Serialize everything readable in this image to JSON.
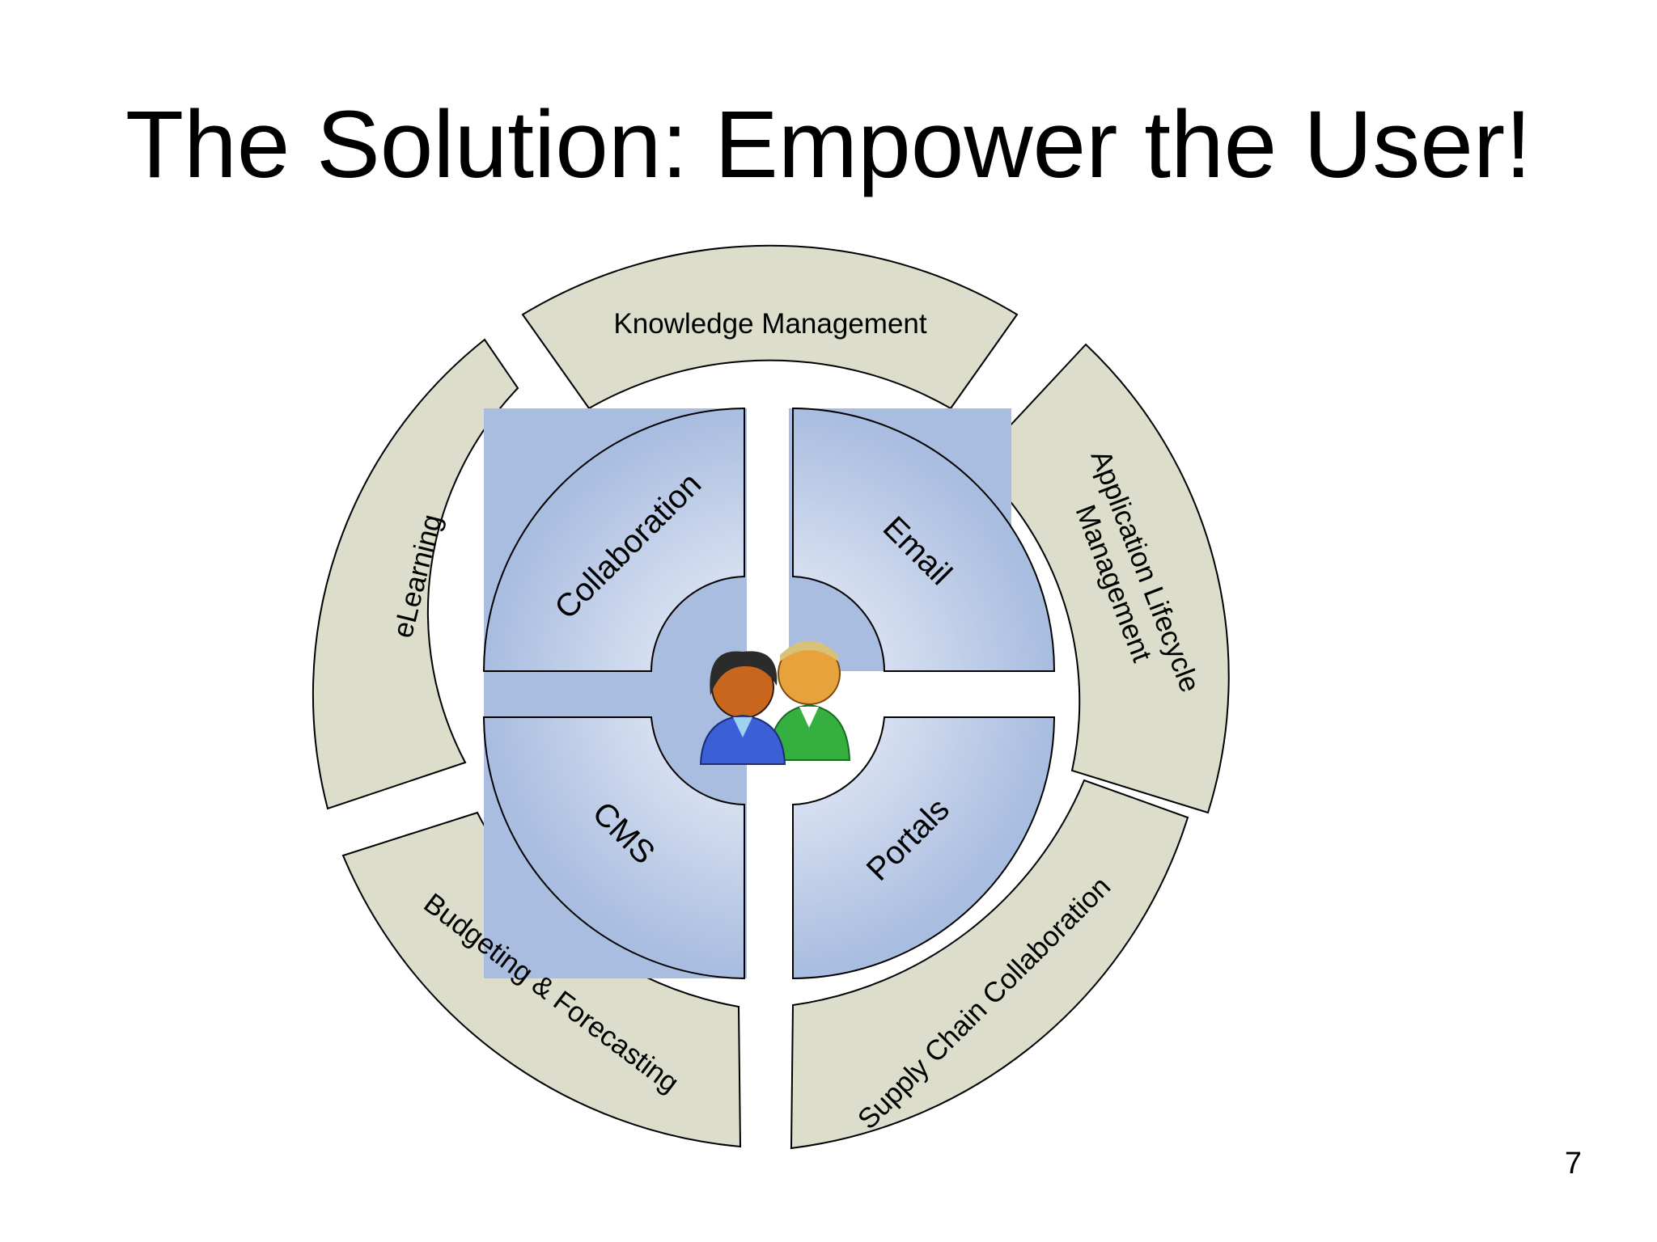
{
  "slide": {
    "title": "The Solution: Empower the User!",
    "page_number": "7"
  },
  "diagram": {
    "center_icon": "users-icon",
    "outer_ring": [
      {
        "label": "Knowledge Management"
      },
      {
        "label_lines": [
          "Application Lifecycle",
          "Management"
        ]
      },
      {
        "label": "Supply Chain Collaboration"
      },
      {
        "label": "Budgeting & Forecasting"
      },
      {
        "label": "eLearning"
      }
    ],
    "inner_ring": [
      {
        "label": "Collaboration"
      },
      {
        "label": "Email"
      },
      {
        "label": "CMS"
      },
      {
        "label": "Portals"
      }
    ],
    "colors": {
      "outer_fill": "#dcddcb",
      "inner_fill": "#a9bde0",
      "inner_center": "#f4f6fb",
      "stroke": "#000000"
    }
  }
}
